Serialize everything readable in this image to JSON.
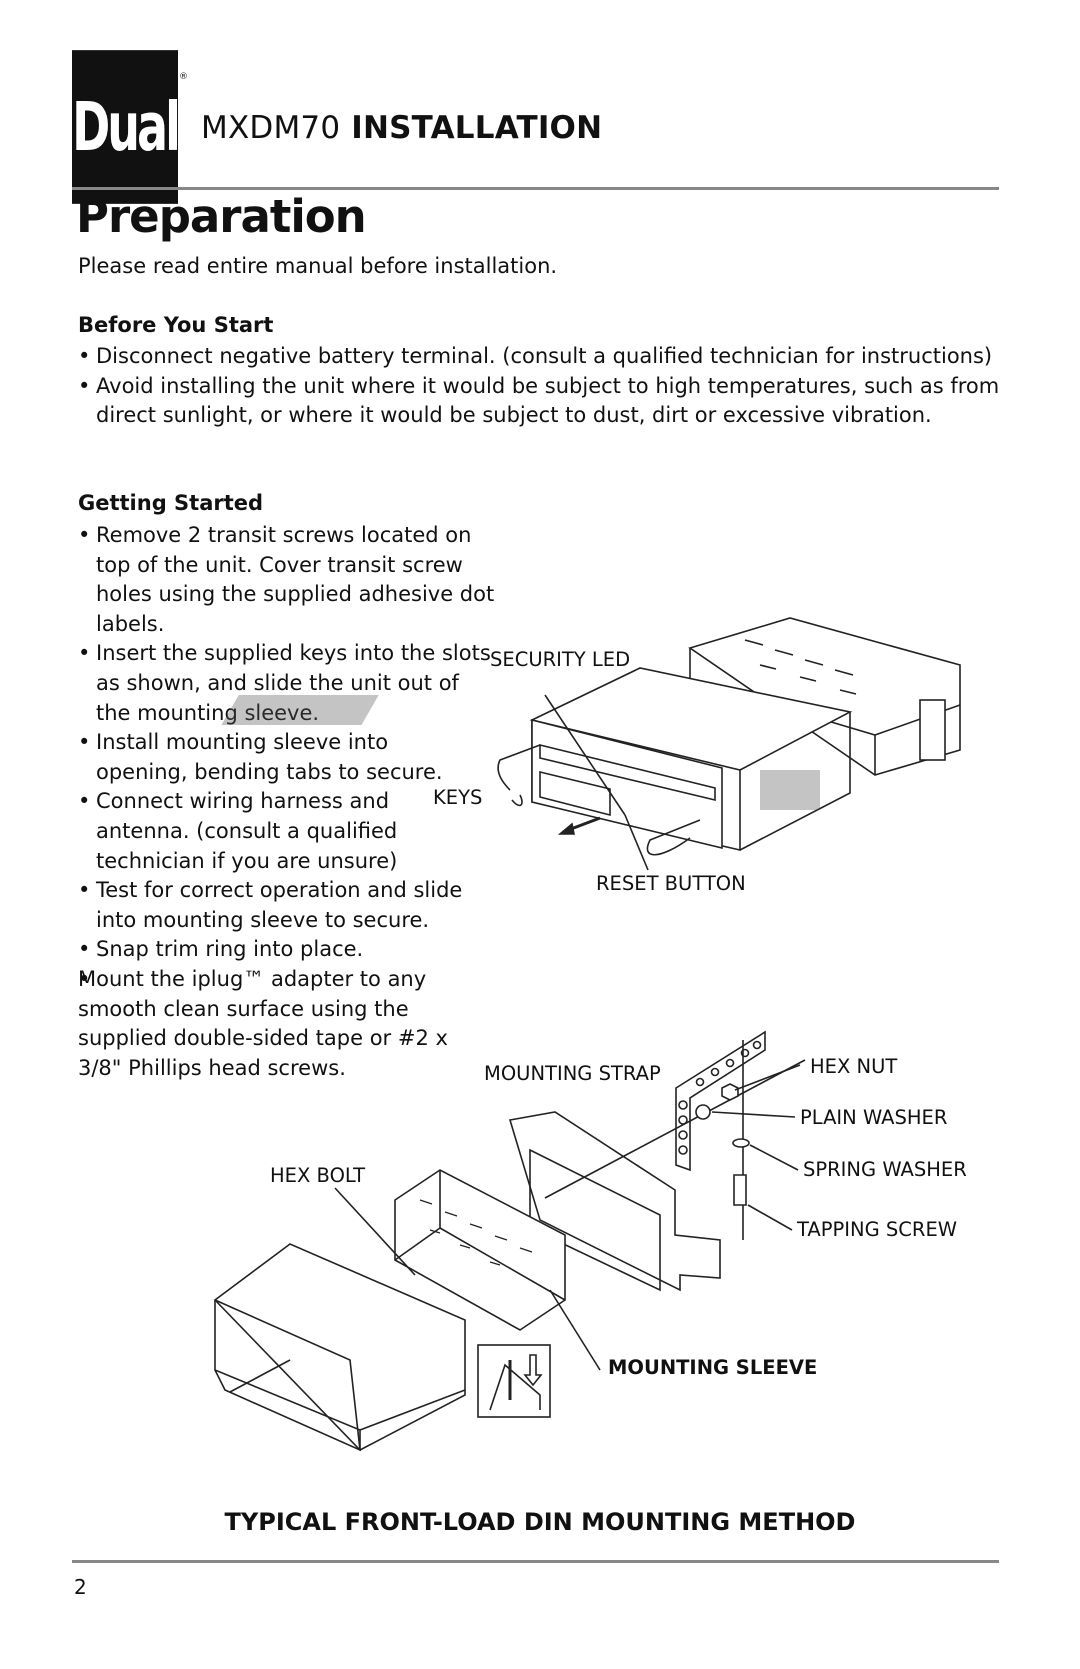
{
  "header": {
    "logo_text": "Dual",
    "registered_mark": "®",
    "model": "MXDM70",
    "title": "INSTALLATION"
  },
  "page": {
    "heading": "Preparation",
    "intro": "Please read entire manual before installation.",
    "before": {
      "heading": "Before You Start",
      "items": [
        "Disconnect negative battery terminal. (consult a qualified technician for instructions)",
        "Avoid installing the unit where it would be subject to high temperatures, such as from direct sunlight, or where it would be subject to dust, dirt or excessive vibration."
      ]
    },
    "getting": {
      "heading": "Getting Started",
      "items": [
        "Remove 2 transit screws located on top of the unit. Cover transit screw holes using the supplied adhesive dot labels.",
        "Insert the supplied keys into the slots as shown, and slide the unit out of the mounting sleeve.",
        "Install mounting sleeve into opening, bending tabs to secure.",
        "Connect wiring harness and antenna. (consult a qualified technician if you are unsure)",
        "Test for correct operation and slide into mounting sleeve to secure.",
        "Snap trim ring into place.",
        "Mount the iplug™ adapter to any smooth clean surface using the supplied double-sided tape or #2 x 3/8\" Phillips head screws."
      ]
    },
    "figure1": {
      "security_led": "SECURITY LED",
      "keys": "KEYS",
      "reset_button": "RESET BUTTON"
    },
    "figure2": {
      "mounting_strap": "MOUNTING STRAP",
      "hex_nut": "HEX NUT",
      "plain_washer": "PLAIN WASHER",
      "spring_washer": "SPRING WASHER",
      "tapping_screw": "TAPPING SCREW",
      "hex_bolt": "HEX BOLT",
      "mounting_sleeve": "MOUNTING SLEEVE"
    },
    "caption": "TYPICAL FRONT-LOAD DIN MOUNTING METHOD",
    "page_number": "2"
  }
}
